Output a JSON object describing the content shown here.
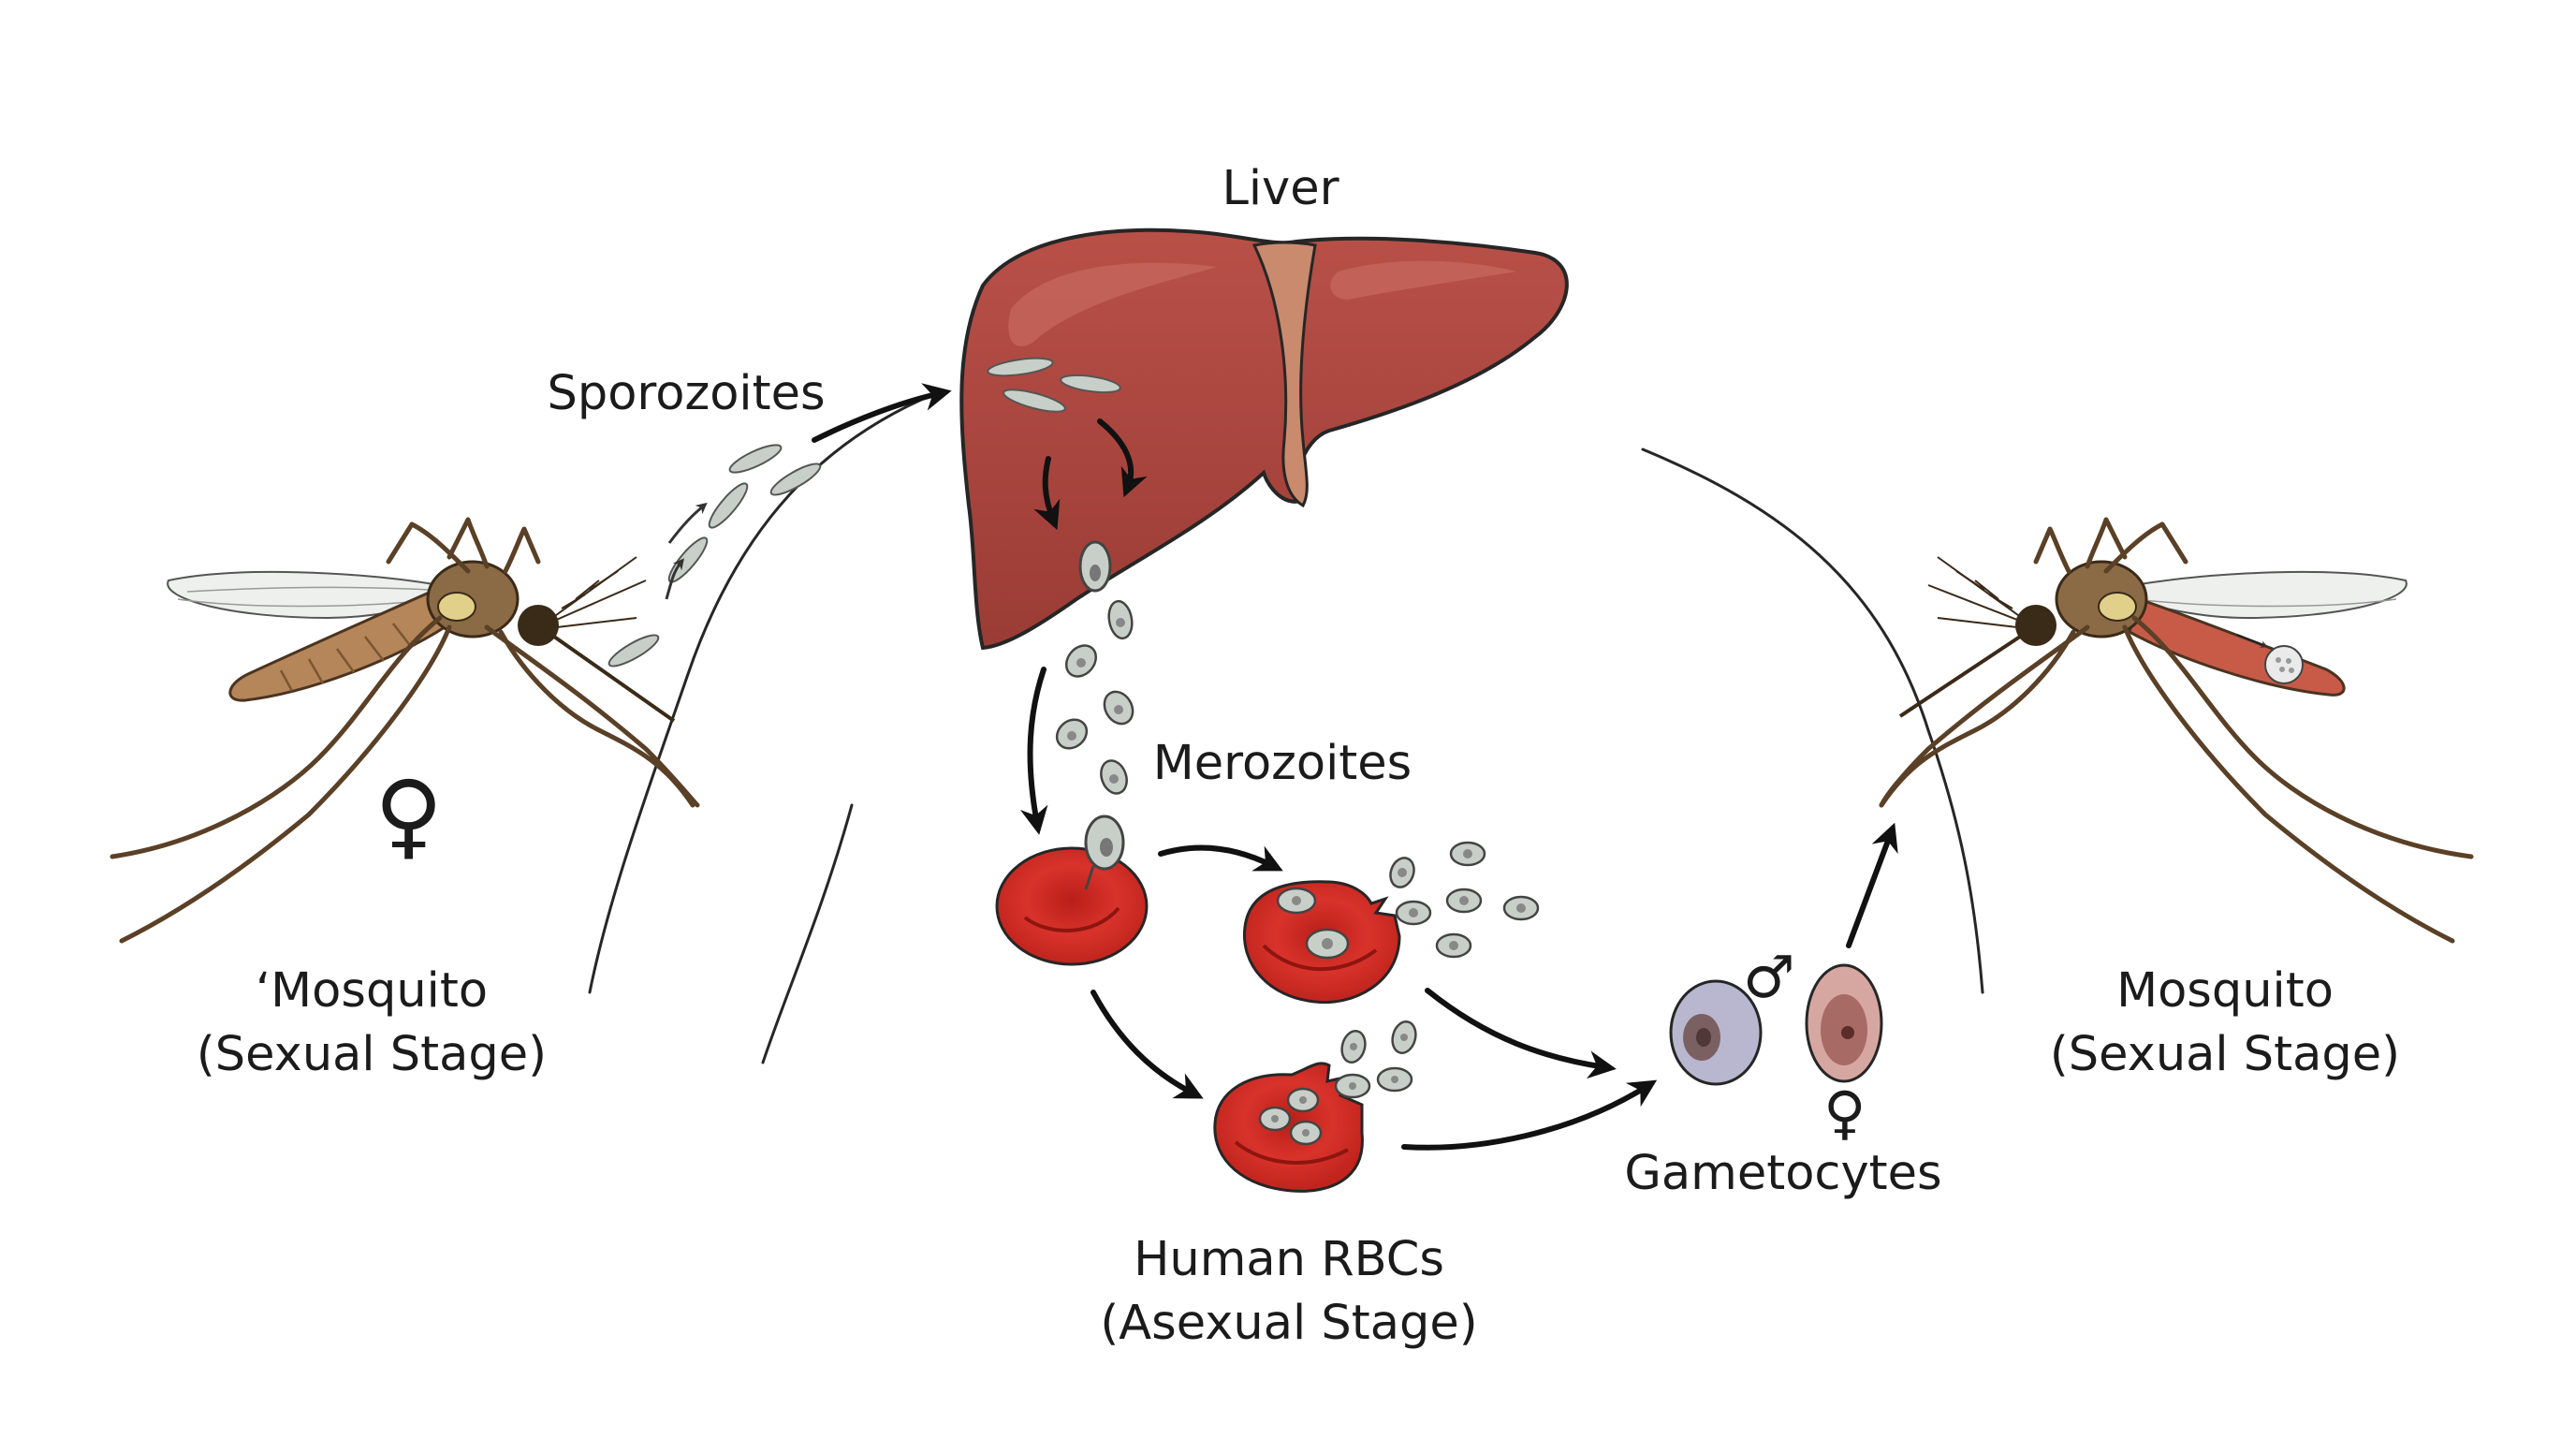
{
  "labels": {
    "liver": "Liver",
    "sporozoites": "Sporozoites",
    "merozoites": "Merozoites",
    "gametocytes": "Gametocytes",
    "rbcs_line1": "Human RBCs",
    "rbcs_line2": "(Asexual Stage)",
    "left_mosquito_line1": "‘Mosquito",
    "left_mosquito_line2": "(Sexual Stage)",
    "right_mosquito_line1": "Mosquito",
    "right_mosquito_line2": "(Sexual Stage)"
  },
  "symbols": {
    "female_left": "♀",
    "male": "♂",
    "female_gametocyte": "♀"
  },
  "colors": {
    "liver": "#a8463e",
    "liver_highlight": "#c86a60",
    "gallbladder_ligament": "#c9866a",
    "rbc": "#cc2a23",
    "rbc_center": "#a81c17",
    "parasite": "#c8cfc8",
    "mosquito_body": "#8b6b45",
    "mosquito_abdomen_right": "#c85b48",
    "gametocyte_male": "#b9b6cf",
    "gametocyte_female": "#d6a7a0"
  }
}
